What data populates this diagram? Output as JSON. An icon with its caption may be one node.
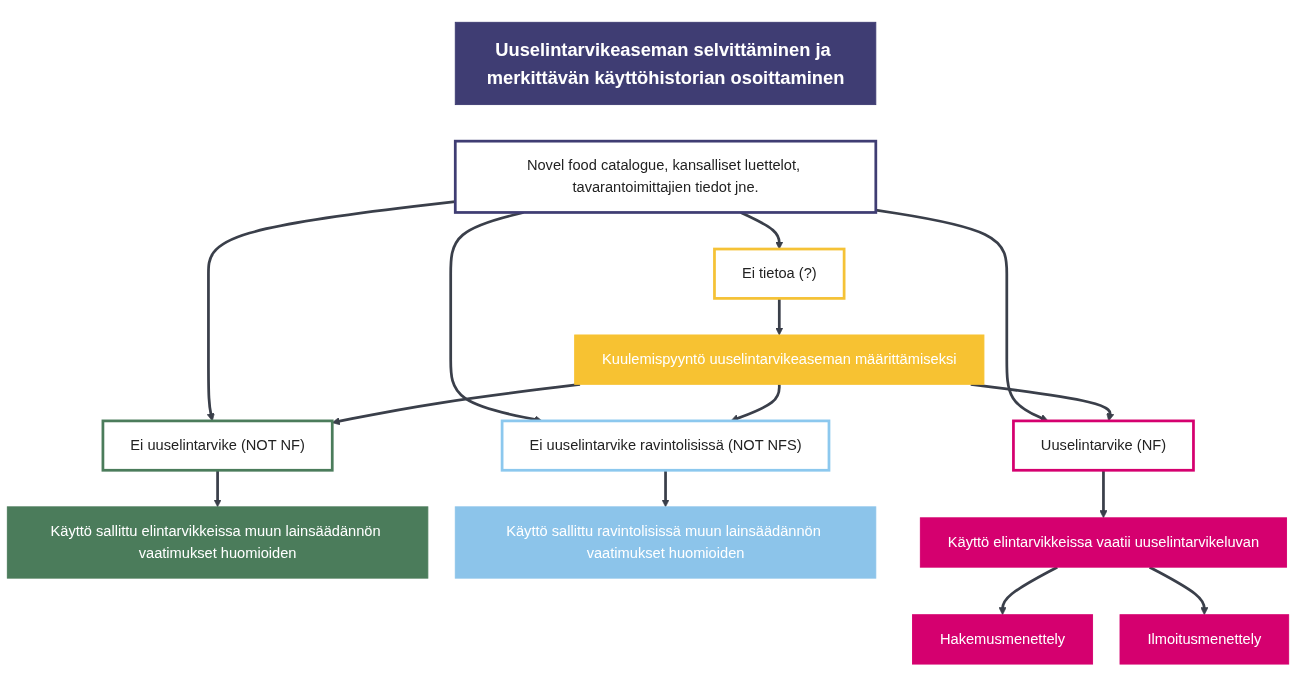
{
  "diagram": {
    "nodes": [
      {
        "text": [
          "Uuselintarvikeaseman selvittäminen ja merkittävän käyttöhistorian osoittaminen"
        ]
      },
      {
        "text": [
          "Novel food catalogue, kansalliset luettelot, tavarantoimittajien tiedot jne."
        ]
      },
      {
        "text": [
          "Ei tietoa (?)"
        ]
      },
      {
        "text": [
          "Kuulemispyyntö uuselintarvikeaseman määrittämiseksi"
        ]
      },
      {
        "text": [
          "Ei uuselintarvike (NOT NF)"
        ]
      },
      {
        "text": [
          "Ei uuselintarvike ravintolisissä (NOT NFS)"
        ]
      },
      {
        "text": [
          "Uuselintarvike (NF)"
        ]
      },
      {
        "text": [
          "Käyttö sallittu elintarvikkeissa muun lainsäädännön vaatimukset huomioiden"
        ]
      },
      {
        "text": [
          "Käyttö sallittu ravintolisissä muun lainsäädännön vaatimukset huomioiden"
        ]
      },
      {
        "text": [
          "Käyttö elintarvikkeissa vaatii uuselintarvikeluvan"
        ]
      },
      {
        "text": [
          "Hakemusmenettely"
        ]
      },
      {
        "text": [
          "Ilmoitusmenettely"
        ]
      }
    ],
    "edges": [
      {
        "from": 1,
        "to": 2,
        "arrow": "to"
      },
      {
        "from": 2,
        "to": 3,
        "arrow": "to"
      },
      {
        "from": 1,
        "to": 4,
        "arrow": "to"
      },
      {
        "from": 1,
        "to": 5,
        "arrow": "to"
      },
      {
        "from": 1,
        "to": 6,
        "arrow": "to"
      },
      {
        "from": 3,
        "to": 4,
        "arrow": "to"
      },
      {
        "from": 3,
        "to": 5,
        "arrow": "to"
      },
      {
        "from": 3,
        "to": 6,
        "arrow": "to"
      },
      {
        "from": 4,
        "to": 7,
        "arrow": "to"
      },
      {
        "from": 5,
        "to": 8,
        "arrow": "to"
      },
      {
        "from": 6,
        "to": 9,
        "arrow": "to"
      },
      {
        "from": 9,
        "to": 10,
        "arrow": "to"
      },
      {
        "from": 9,
        "to": 11,
        "arrow": "to"
      }
    ]
  }
}
